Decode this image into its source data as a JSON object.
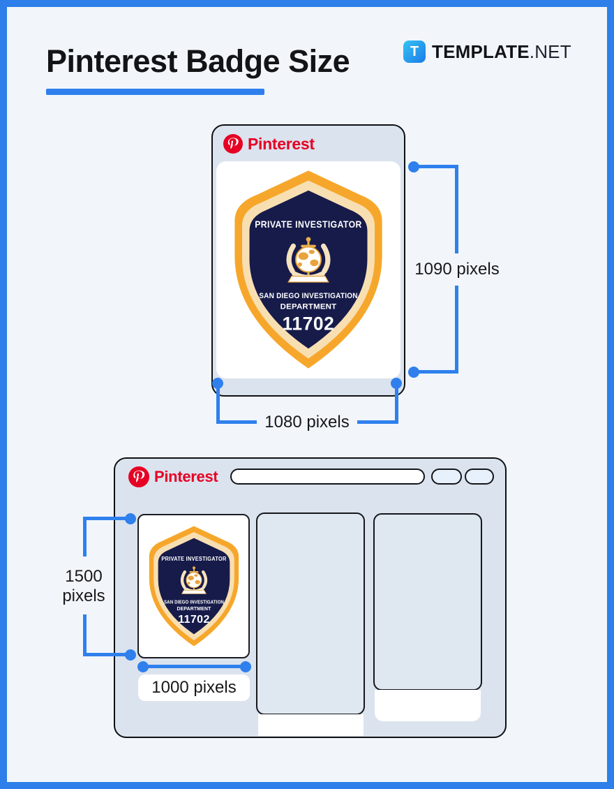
{
  "header": {
    "title": "Pinterest Badge Size",
    "brand": {
      "icon_letter": "T",
      "name": "TEMPLATE",
      "suffix": ".NET"
    }
  },
  "pin_post": {
    "app_name": "Pinterest",
    "height_label": "1090 pixels",
    "width_label": "1080 pixels"
  },
  "badge": {
    "title": "PRIVATE INVESTIGATOR",
    "org_line1": "SAN DIEGO INVESTIGATION",
    "org_line2": "DEPARTMENT",
    "id_number": "11702"
  },
  "feed_view": {
    "app_name": "Pinterest",
    "height_value": "1500",
    "height_unit": "pixels",
    "width_label": "1000 pixels"
  },
  "colors": {
    "accent_blue": "#2F80ED",
    "pinterest_red": "#E60023",
    "badge_orange": "#F6A72B",
    "badge_cream": "#F8DFB2",
    "badge_navy": "#171B4A",
    "panel_bg": "#DBE3EE",
    "page_border": "#2E7FE9"
  }
}
